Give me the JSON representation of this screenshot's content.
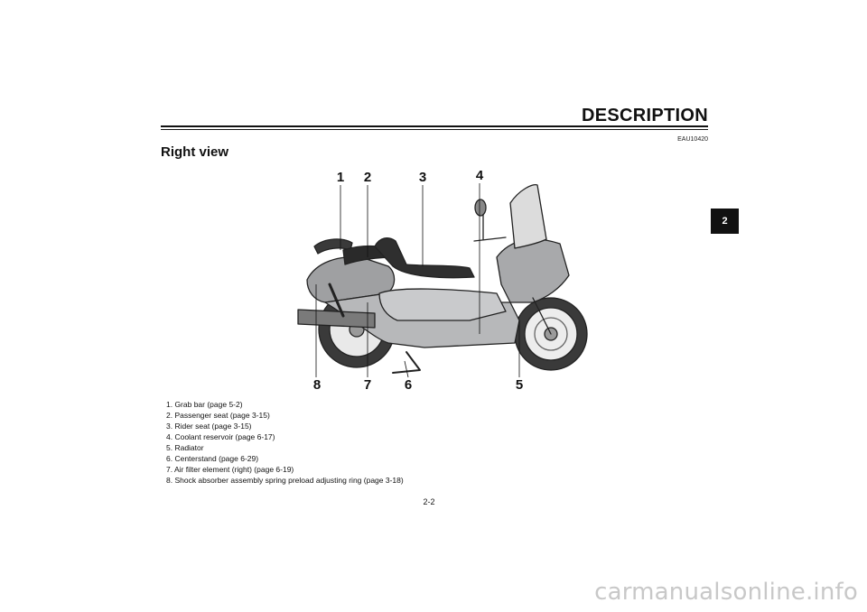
{
  "header": {
    "section_title": "DESCRIPTION",
    "ref_code": "EAU10420"
  },
  "subtitle": "Right view",
  "chapter_tab": "2",
  "figure": {
    "callouts": [
      "1",
      "2",
      "3",
      "4",
      "5",
      "6",
      "7",
      "8"
    ]
  },
  "parts": [
    "1. Grab bar (page 5-2)",
    "2. Passenger seat (page 3-15)",
    "3. Rider seat (page 3-15)",
    "4. Coolant reservoir (page 6-17)",
    "5. Radiator",
    "6. Centerstand (page 6-29)",
    "7. Air filter element (right) (page 6-19)",
    "8. Shock absorber assembly spring preload adjusting ring (page 3-18)"
  ],
  "page_number": "2-2",
  "watermark": "carmanualsonline.info"
}
